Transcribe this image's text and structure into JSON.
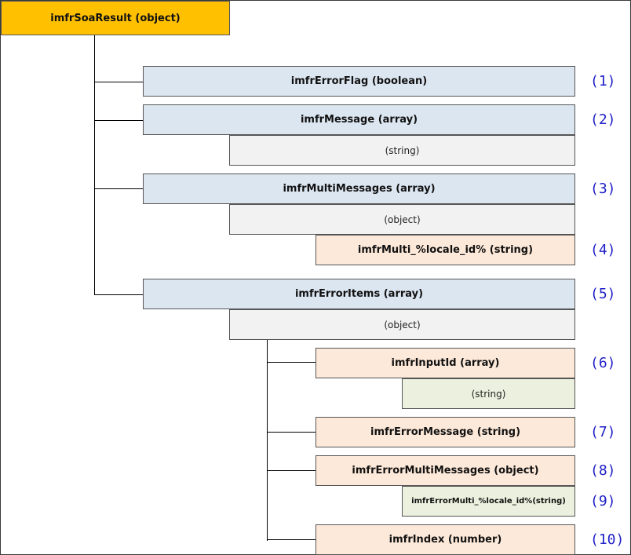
{
  "colors": {
    "root": "#ffc000",
    "level1": "#dce6f1",
    "wrapper": "#f2f2f2",
    "level2": "#fde9d9",
    "level3": "#ebf1de",
    "numbers": "#1f1fc8"
  },
  "nodes": {
    "root": "imfrSoaResult (object)",
    "error_flag": "imfrErrorFlag (boolean)",
    "message": "imfrMessage (array)",
    "message_item": "(string)",
    "multi_messages": "imfrMultiMessages (array)",
    "multi_messages_item": "(object)",
    "multi_locale": "imfrMulti_%locale_id% (string)",
    "error_items": "imfrErrorItems (array)",
    "error_items_item": "(object)",
    "input_id": "imfrInputId (array)",
    "input_id_item": "(string)",
    "error_message": "imfrErrorMessage (string)",
    "error_multi_messages": "imfrErrorMultiMessages (object)",
    "error_multi_locale": "imfrErrorMulti_%locale_id%(string)",
    "index": "imfrIndex (number)"
  },
  "numbers": [
    "(1)",
    "(2)",
    "(3)",
    "(4)",
    "(5)",
    "(6)",
    "(7)",
    "(8)",
    "(9)",
    "(10)"
  ]
}
